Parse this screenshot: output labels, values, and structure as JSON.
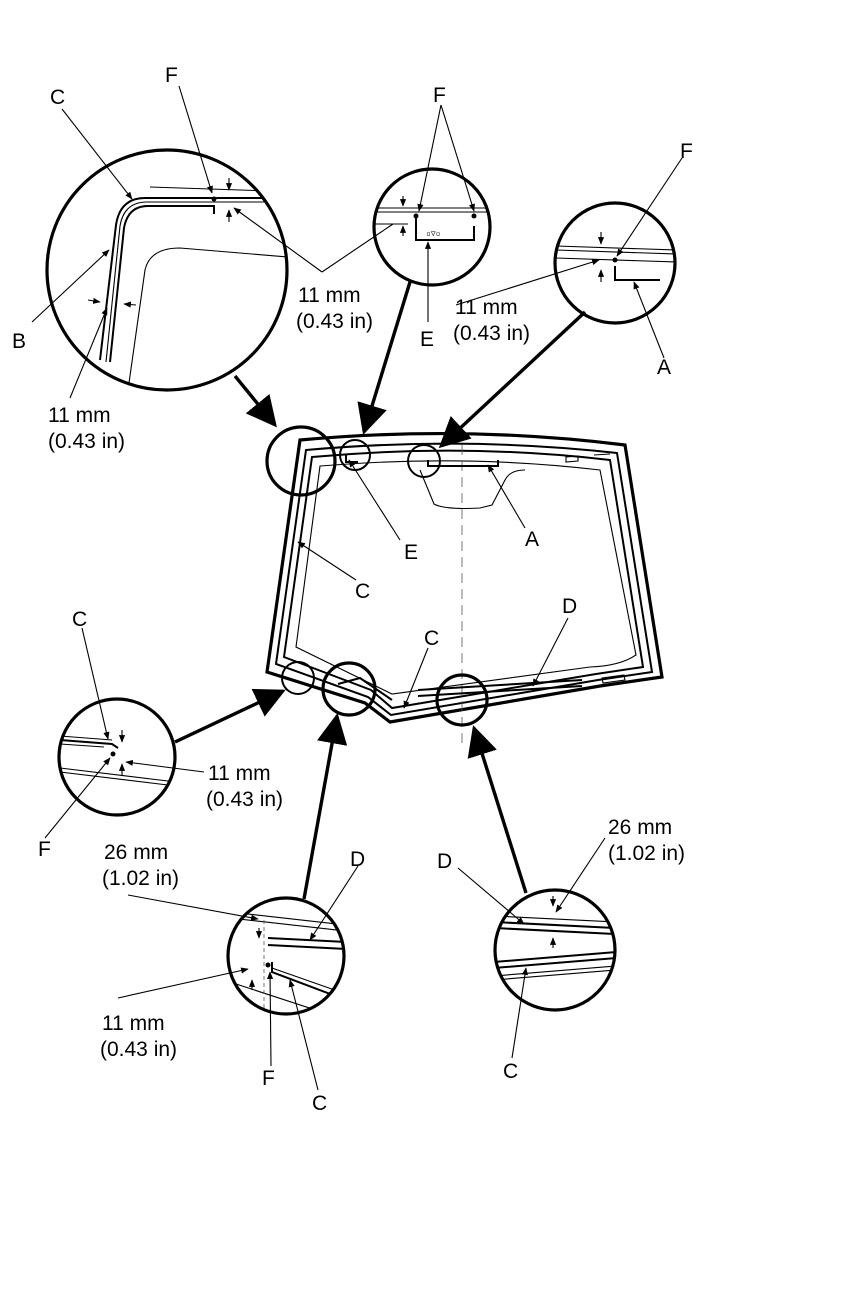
{
  "labels": {
    "a": "A",
    "b": "B",
    "c": "C",
    "d": "D",
    "e": "E",
    "f": "F"
  },
  "dims": {
    "mm11": "11 mm",
    "in11": "(0.43 in)",
    "mm26": "26 mm",
    "in26": "(1.02 in)"
  }
}
